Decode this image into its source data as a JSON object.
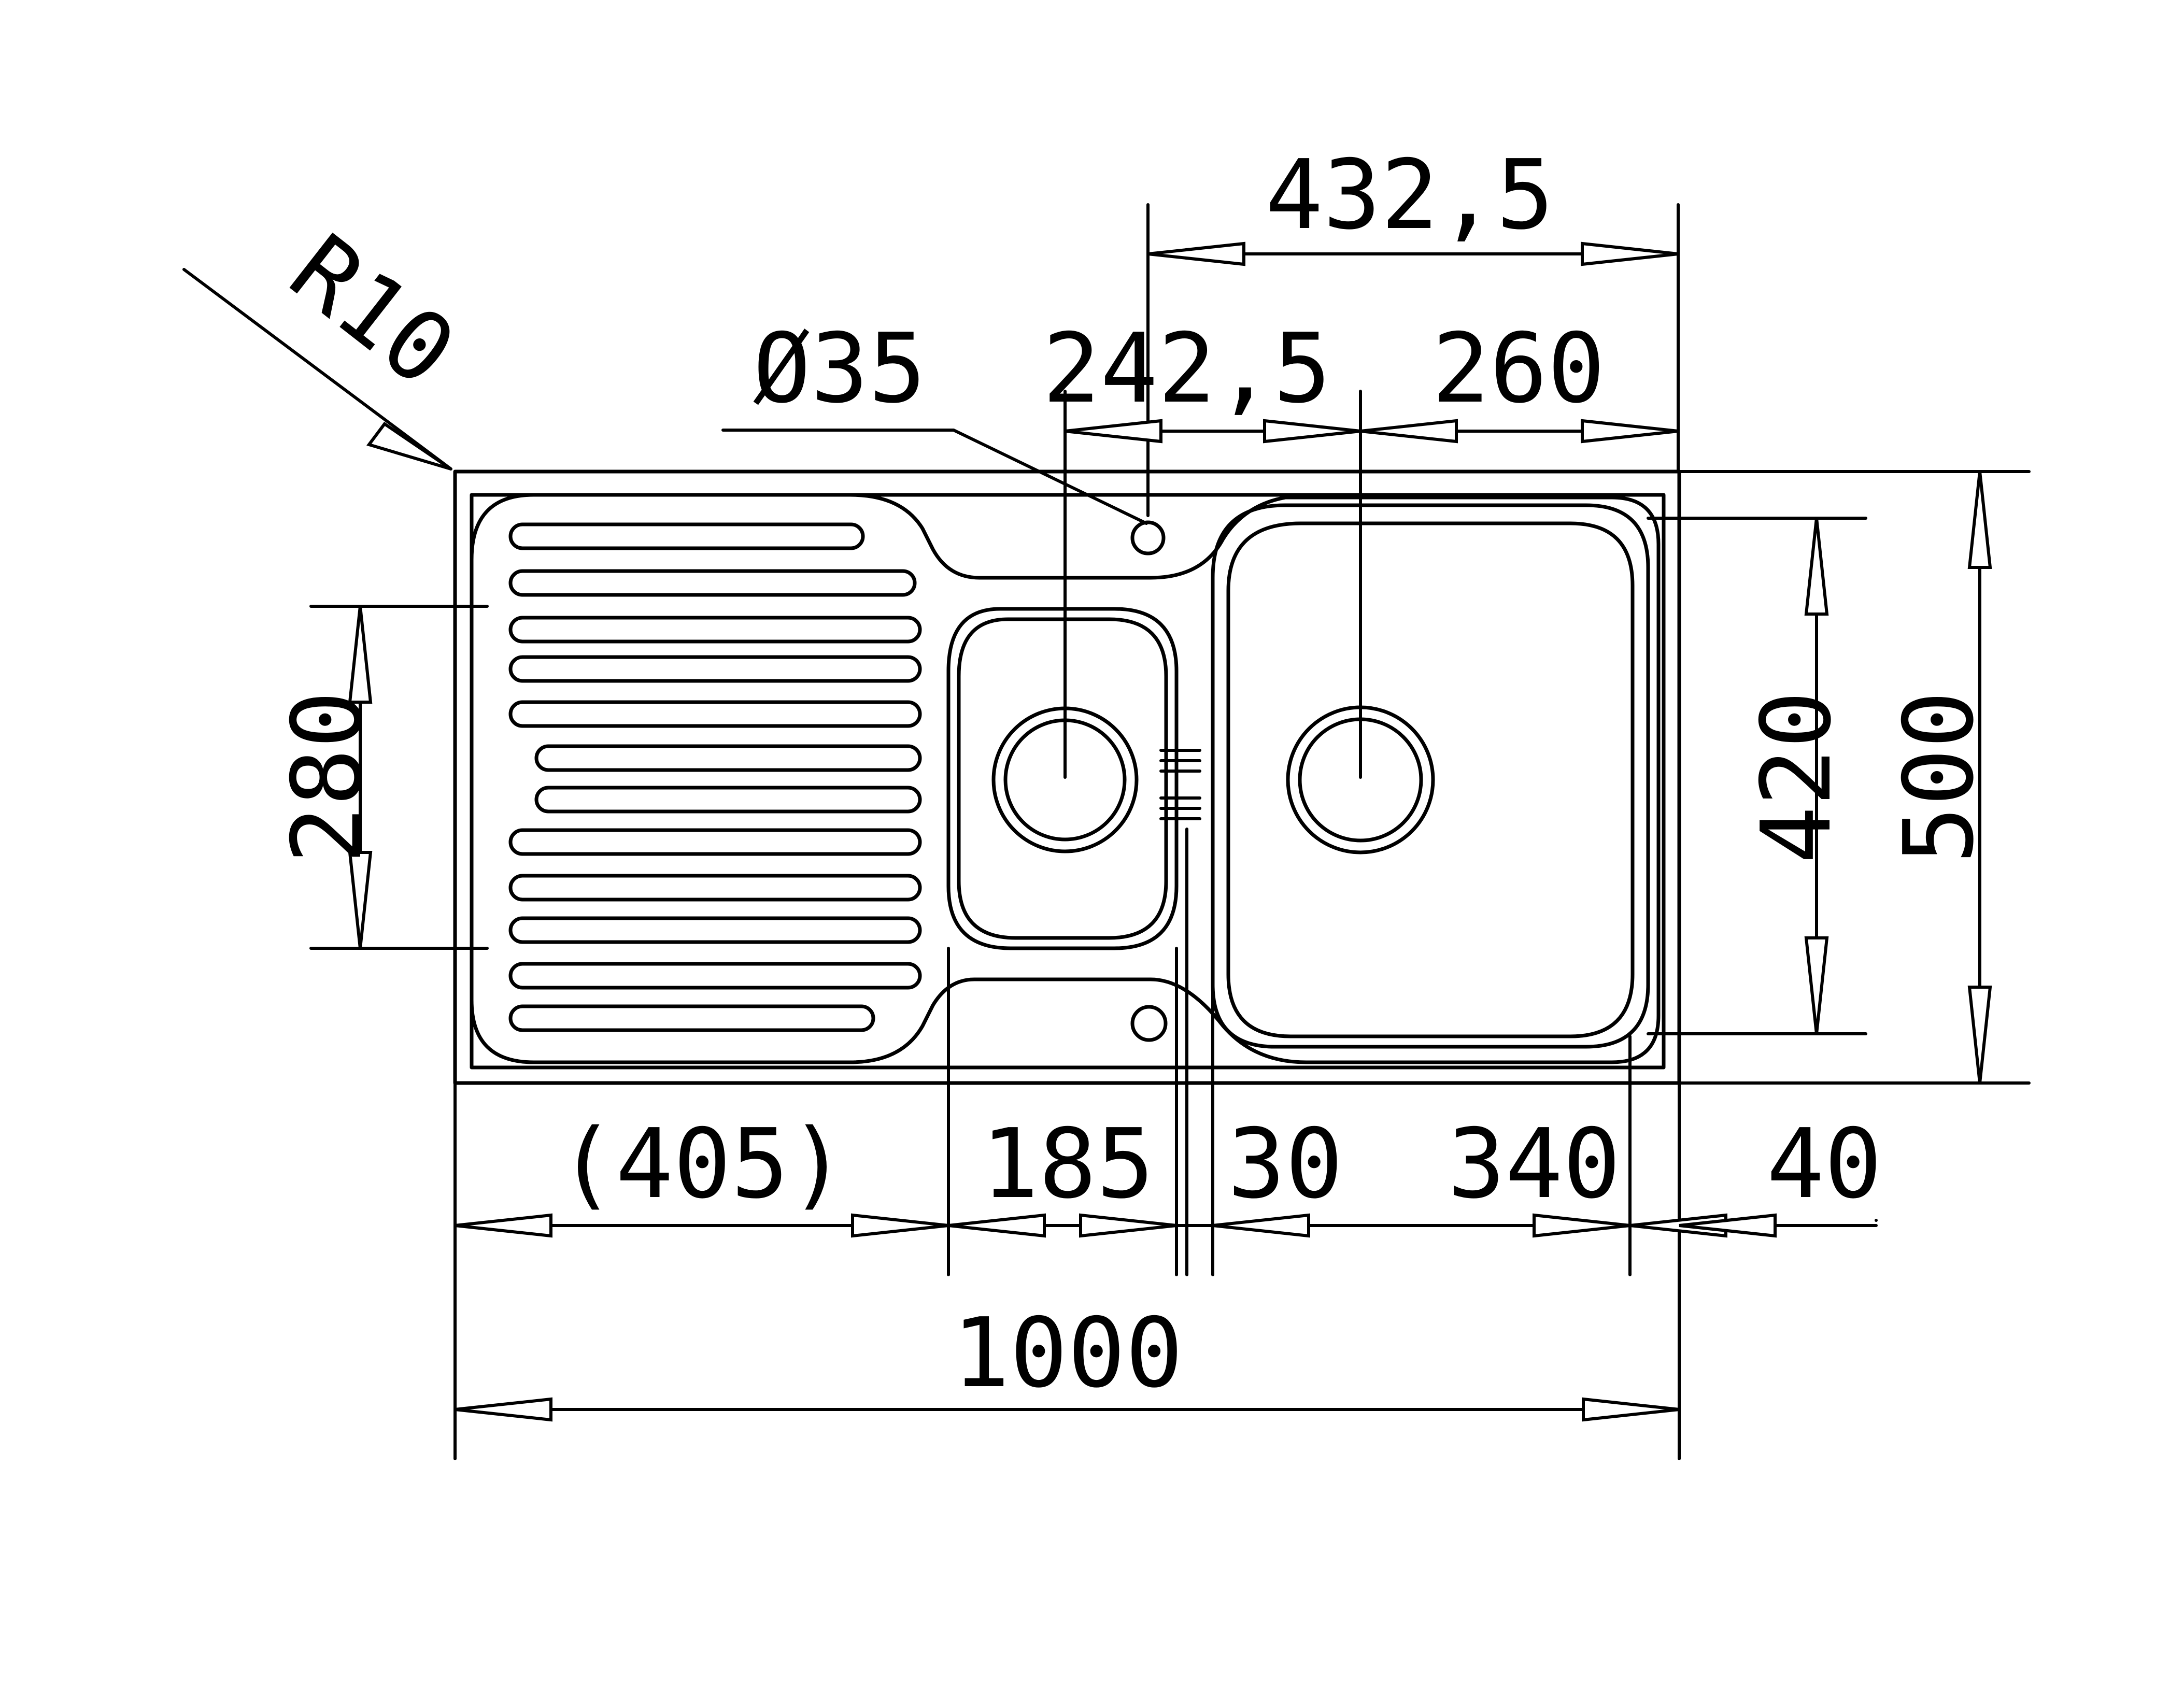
{
  "drawing": {
    "subject": "sink-outline",
    "labels": {
      "radius": "R10",
      "hole_diameter": "Ø35",
      "dim_432_5": "432,5",
      "dim_242_5": "242,5",
      "dim_260": "260",
      "dim_280": "280",
      "dim_420": "420",
      "dim_500": "500",
      "dim_405": "(405)",
      "dim_185": "185",
      "dim_30": "30",
      "dim_340": "340",
      "dim_40": "40",
      "dim_1000": "1000"
    }
  }
}
